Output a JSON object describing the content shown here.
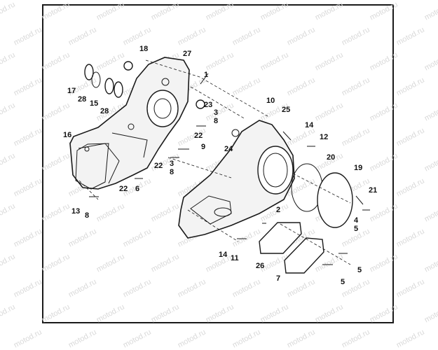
{
  "watermark": {
    "text": "motod.ru"
  },
  "callouts": [
    "18",
    "27",
    "1",
    "17",
    "28",
    "15",
    "28",
    "23",
    "3",
    "8",
    "10",
    "25",
    "16",
    "22",
    "24",
    "14",
    "12",
    "9",
    "22",
    "3",
    "8",
    "20",
    "19",
    "22",
    "6",
    "21",
    "2",
    "4",
    "5",
    "13",
    "8",
    "14",
    "11",
    "26",
    "5",
    "7",
    "5"
  ],
  "colors": {
    "line": "#1a1a1a",
    "fill": "#f3f3f3",
    "watermark": "#d9d9d9"
  }
}
